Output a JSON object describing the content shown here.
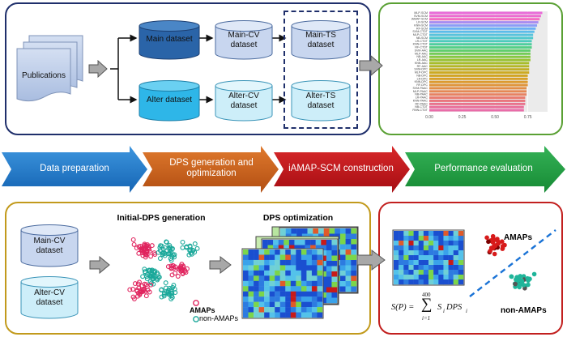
{
  "preparation": {
    "publications": "Publications",
    "main_dataset": "Main dataset",
    "alter_dataset": "Alter dataset",
    "main_cv": [
      "Main-CV",
      "dataset"
    ],
    "alter_cv": [
      "Alter-CV",
      "dataset"
    ],
    "main_ts": [
      "Main-TS",
      "dataset"
    ],
    "alter_ts": [
      "Alter-TS",
      "dataset"
    ]
  },
  "chart_data": {
    "type": "bar",
    "orientation": "horizontal",
    "xlim": [
      0,
      0.9
    ],
    "x_ticks": [
      "0.00",
      "0.25",
      "0.50",
      "0.75"
    ],
    "categories": [
      "MLP-SCM",
      "SVM-SCM",
      "iAMAP-SCM",
      "LR-SCM",
      "KNN-SCM",
      "RF-SCM",
      "SVM-CTDT",
      "MLP-CTDT",
      "NB-SCM",
      "LR-CTDT",
      "KNN-CTDT",
      "RF-CTDT",
      "SVM-AAC",
      "MLP-AAC",
      "NB-AAC",
      "LR-AAC",
      "KNN-AAC",
      "RF-AAC",
      "SVM-DPC",
      "MLP-DPC",
      "NB-DPC",
      "LR-DPC",
      "KNN-DPC",
      "RF-DPC",
      "SVM-PAAC",
      "MLP-PAAC",
      "NB-PAAC",
      "LR-PAAC",
      "KNN-PAAC",
      "RF-PAAC",
      "NB-CTDT",
      "RNN-CTDT"
    ],
    "values": [
      0.86,
      0.85,
      0.84,
      0.83,
      0.82,
      0.81,
      0.8,
      0.79,
      0.79,
      0.78,
      0.78,
      0.78,
      0.77,
      0.77,
      0.77,
      0.77,
      0.76,
      0.76,
      0.76,
      0.76,
      0.75,
      0.75,
      0.75,
      0.75,
      0.74,
      0.74,
      0.74,
      0.73,
      0.73,
      0.73,
      0.72,
      0.72
    ],
    "colors": [
      "#e96bd8",
      "#ec6ad0",
      "#f56cc3",
      "#a98cf0",
      "#8b9df7",
      "#6ab0f4",
      "#5bbcea",
      "#57c3dc",
      "#4fc8cd",
      "#4ccbbd",
      "#4ece9f",
      "#54cf86",
      "#61ce6e",
      "#74cc56",
      "#86c840",
      "#98c232",
      "#a7bd2a",
      "#b4b626",
      "#c1ae25",
      "#ccaa22",
      "#d2a524",
      "#d7a028",
      "#dc9a30",
      "#e0943a",
      "#e38e46",
      "#e68854",
      "#e88262",
      "#e97c70",
      "#e9767e",
      "#e9728c",
      "#e96f9a",
      "#e96ca8"
    ]
  },
  "stages": {
    "s1": "Data  preparation",
    "s2": [
      "DPS generation and",
      "optimization"
    ],
    "s3": "iAMAP-SCM construction",
    "s4": "Performance evaluation"
  },
  "dps": {
    "cv_main": [
      "Main-CV",
      "dataset"
    ],
    "cv_alter": [
      "Alter-CV",
      "dataset"
    ],
    "initial_title": "Initial-DPS generation",
    "opt_title": "DPS optimization",
    "legend_amaps": "AMAPs",
    "legend_non": "non-AMAPs"
  },
  "svm": {
    "amaps": "AMAPs",
    "non_amaps": "non-AMAPs",
    "formula_lhs": "S(P) =",
    "sum_top": "400",
    "sum_bottom": "i=1",
    "formula_term": "S",
    "formula_sub": "i",
    "formula_dps": "DPS",
    "formula_dps_sub": "i"
  },
  "colors": {
    "navy": "#1f2f6b",
    "green": "#5aa034",
    "gold": "#c29a1c",
    "red": "#c2201f",
    "blue_arrow": "#1f78c8",
    "orange_arrow": "#c8601a",
    "red_arrow": "#c0161d",
    "green_arrow": "#1f9a3c"
  }
}
